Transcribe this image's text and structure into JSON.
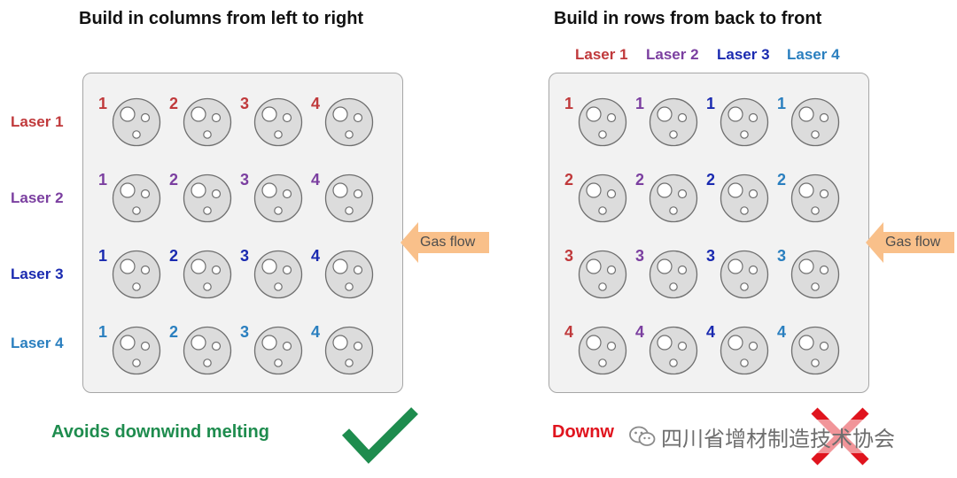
{
  "left_panel": {
    "title": "Build in columns from left to right",
    "row_labels": [
      {
        "text": "Laser 1",
        "color": "#c0393b"
      },
      {
        "text": "Laser 2",
        "color": "#7b3fa0"
      },
      {
        "text": "Laser 3",
        "color": "#1a2ab0"
      },
      {
        "text": "Laser 4",
        "color": "#2a7fbf"
      }
    ],
    "numbers": [
      [
        "1",
        "2",
        "3",
        "4"
      ],
      [
        "1",
        "2",
        "3",
        "4"
      ],
      [
        "1",
        "2",
        "3",
        "4"
      ],
      [
        "1",
        "2",
        "3",
        "4"
      ]
    ],
    "gas_flow_label": "Gas flow",
    "verdict": "Avoids downwind melting",
    "verdict_mark": "check-mark"
  },
  "right_panel": {
    "title": "Build in rows from back to front",
    "column_labels": [
      {
        "text": "Laser 1",
        "color": "#c0393b"
      },
      {
        "text": "Laser 2",
        "color": "#7b3fa0"
      },
      {
        "text": "Laser 3",
        "color": "#1a2ab0"
      },
      {
        "text": "Laser 4",
        "color": "#2a7fbf"
      }
    ],
    "numbers": [
      [
        "1",
        "1",
        "1",
        "1"
      ],
      [
        "2",
        "2",
        "2",
        "2"
      ],
      [
        "3",
        "3",
        "3",
        "3"
      ],
      [
        "4",
        "4",
        "4",
        "4"
      ]
    ],
    "gas_flow_label": "Gas flow",
    "verdict": "Downw",
    "verdict_mark": "cross-mark"
  },
  "colors": {
    "laser_1": "#c0393b",
    "laser_2": "#7b3fa0",
    "laser_3": "#1a2ab0",
    "laser_4": "#2a7fbf",
    "check": "#1e8c4e",
    "cross": "#e0141e",
    "arrow": "#f9c08a"
  },
  "watermark": {
    "text": "四川省增材制造技术协会",
    "icon": "wechat-icon"
  }
}
